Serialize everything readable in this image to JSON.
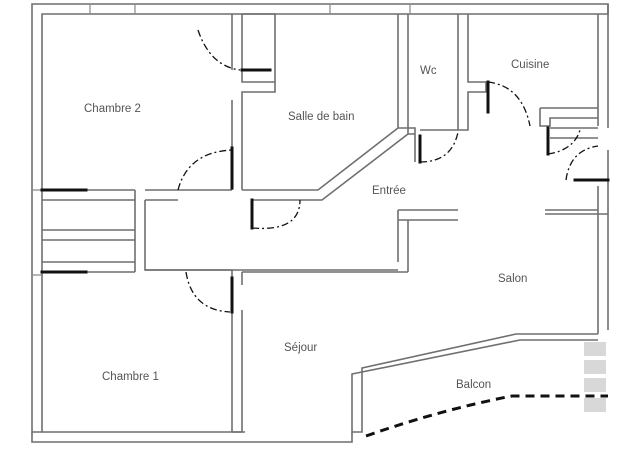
{
  "plan": {
    "rooms": {
      "chambre2": "Chambre 2",
      "salle_de_bain": "Salle de bain",
      "wc": "Wc",
      "cuisine": "Cuisine",
      "entree": "Entrée",
      "salon": "Salon",
      "sejour": "Séjour",
      "chambre1": "Chambre 1",
      "balcon": "Balcon"
    },
    "colors": {
      "wall": "#6f6f6f",
      "door": "#111111",
      "label": "#555555",
      "background": "#ffffff"
    }
  }
}
